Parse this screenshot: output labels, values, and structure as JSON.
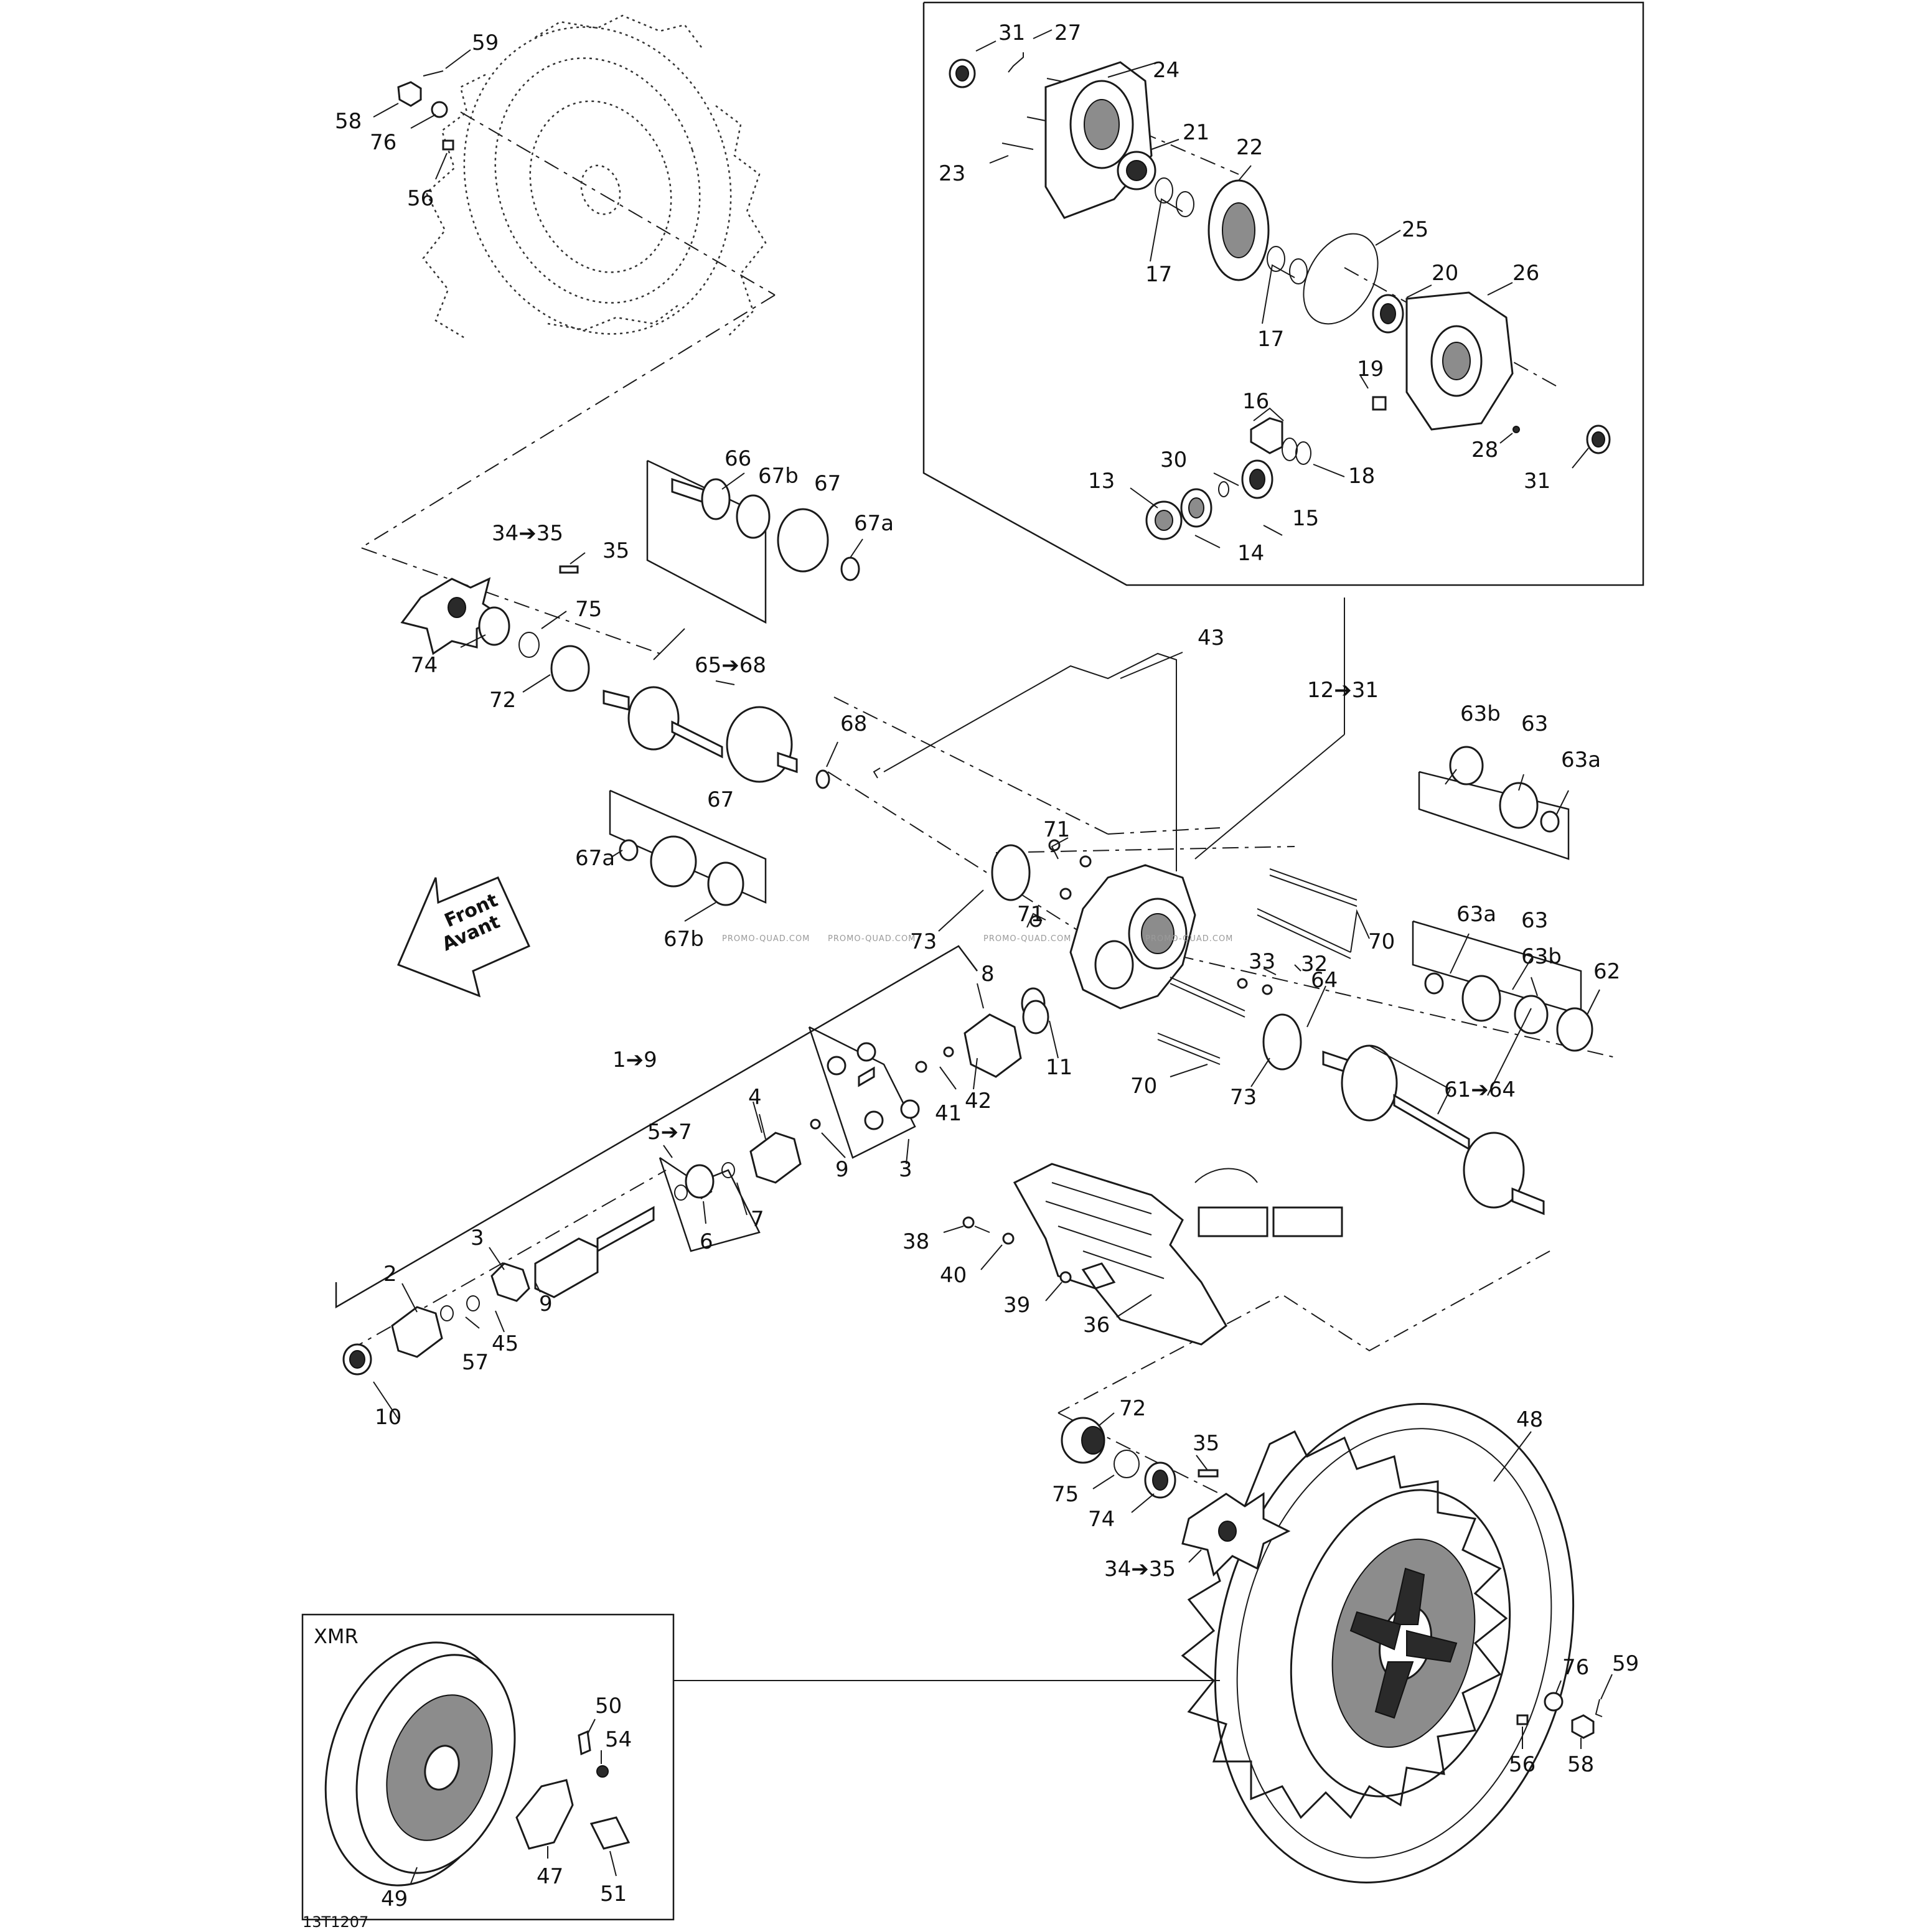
{
  "diagram": {
    "document_code": "13T1207",
    "watermark": [
      "PROMO-QUAD.COM",
      "PROMO-QUAD.COM",
      "PROMO-QUAD.COM",
      "PROMO-QUAD.COM"
    ],
    "direction_arrow": {
      "line1": "Front",
      "line2": "Avant"
    },
    "inset": {
      "title": "XMR"
    },
    "labels": {
      "p31a": "31",
      "p27": "27",
      "p24": "24",
      "p21": "21",
      "p23": "23",
      "p22": "22",
      "p17a": "17",
      "p17b": "17",
      "p25": "25",
      "p20": "20",
      "p26": "26",
      "p19": "19",
      "p16": "16",
      "p18": "18",
      "p28": "28",
      "p31b": "31",
      "p30": "30",
      "p13": "13",
      "p15": "15",
      "p14": "14",
      "p59a": "59",
      "p58a": "58",
      "p76a": "76",
      "p56a": "56",
      "p66": "66",
      "p67b_a": "67b",
      "p67_a": "67",
      "p67a_a": "67a",
      "p34_35a": "34➔35",
      "p35a": "35",
      "p75a": "75",
      "p74a": "74",
      "p72a": "72",
      "p65_68": "65➔68",
      "p68": "68",
      "p67_b": "67",
      "p67a_b": "67a",
      "p67b_b": "67b",
      "p43": "43",
      "p12_31": "12➔31",
      "p71a": "71",
      "p71b": "71",
      "p73a": "73",
      "p70a": "70",
      "p33": "33",
      "p32": "32",
      "p64": "64",
      "p70b": "70",
      "p73b": "73",
      "p11": "11",
      "p8": "8",
      "p42": "42",
      "p41": "41",
      "p3a": "3",
      "p9a": "9",
      "p4": "4",
      "p63b_a": "63b",
      "p63_a": "63",
      "p63a_a": "63a",
      "p63a_b": "63a",
      "p63_b": "63",
      "p63b_b": "63b",
      "p62": "62",
      "p61_64": "61➔64",
      "p1_9": "1➔9",
      "p5_7": "5➔7",
      "p6": "6",
      "p7": "7",
      "p3b": "3",
      "p9b": "9",
      "p2": "2",
      "p57": "57",
      "p45": "45",
      "p10": "10",
      "p38": "38",
      "p40": "40",
      "p39": "39",
      "p36": "36",
      "p72b": "72",
      "p35b": "35",
      "p75b": "75",
      "p74b": "74",
      "p34_35b": "34➔35",
      "p48": "48",
      "p76b": "76",
      "p59b": "59",
      "p56b": "56",
      "p58b": "58",
      "p50": "50",
      "p54": "54",
      "p49": "49",
      "p47": "47",
      "p51": "51"
    }
  }
}
